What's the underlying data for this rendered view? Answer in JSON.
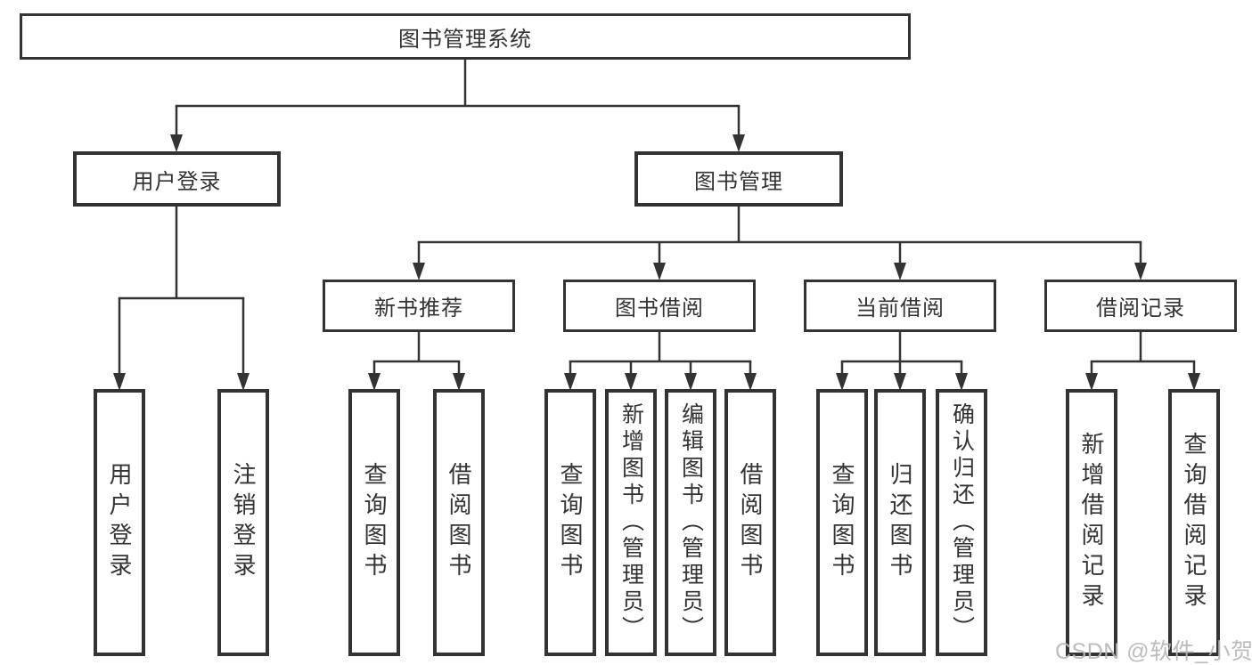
{
  "colors": {
    "line": "#333333",
    "box_border": "#333333",
    "text": "#333333",
    "watermark": "#b6b6b6",
    "background": "#ffffff"
  },
  "watermark": {
    "text": "CSDN @软件_小贺同学"
  },
  "tree": {
    "root": {
      "label": "图书管理系统",
      "children": [
        {
          "label": "用户登录",
          "children": [
            {
              "label": "用户登录"
            },
            {
              "label": "注销登录"
            }
          ]
        },
        {
          "label": "图书管理",
          "children": [
            {
              "label": "新书推荐",
              "children": [
                {
                  "label": "查询图书"
                },
                {
                  "label": "借阅图书"
                }
              ]
            },
            {
              "label": "图书借阅",
              "children": [
                {
                  "label": "查询图书"
                },
                {
                  "label": "新增图书（管理员）"
                },
                {
                  "label": "编辑图书（管理员）"
                },
                {
                  "label": "借阅图书"
                }
              ]
            },
            {
              "label": "当前借阅",
              "children": [
                {
                  "label": "查询图书"
                },
                {
                  "label": "归还图书"
                },
                {
                  "label": "确认归还（管理员）"
                }
              ]
            },
            {
              "label": "借阅记录",
              "children": [
                {
                  "label": "新增借阅记录"
                },
                {
                  "label": "查询借阅记录"
                }
              ]
            }
          ]
        }
      ]
    }
  }
}
